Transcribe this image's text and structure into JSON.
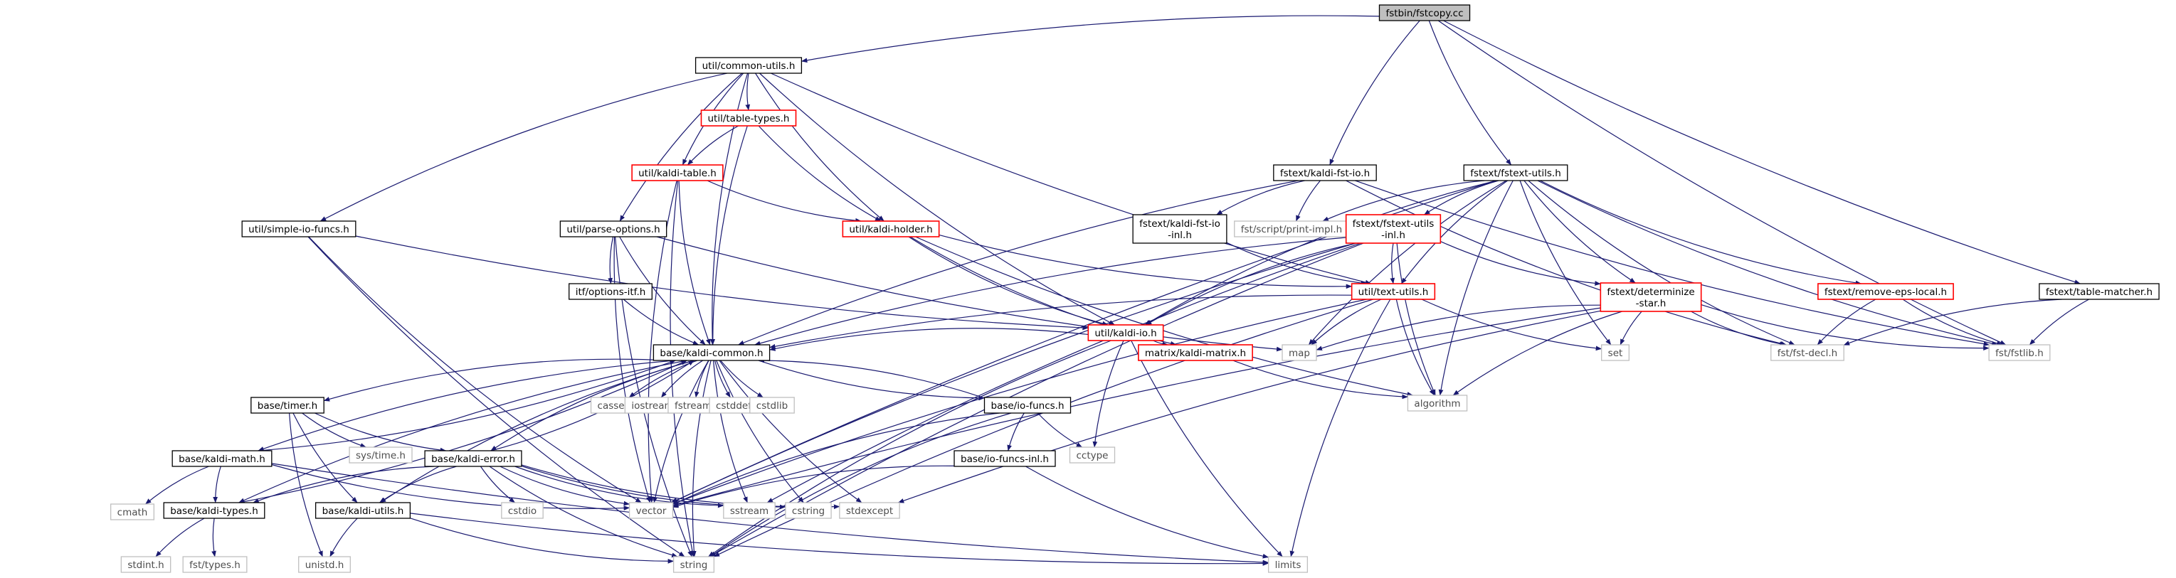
{
  "graph": {
    "colors": {
      "edge": "#191970",
      "edge_light": "#6b6b9a",
      "root_fill": "#bfbfbf",
      "project_border": "#000000",
      "incomplete_border": "#ff0000",
      "system_border": "#bfbfbf",
      "system_text": "#4d4d4d"
    },
    "nodes": [
      {
        "id": "root",
        "kind": "root",
        "lines": [
          "fstbin/fstcopy.cc"
        ]
      },
      {
        "id": "common_utils",
        "kind": "project",
        "lines": [
          "util/common-utils.h"
        ]
      },
      {
        "id": "table_types",
        "kind": "incomplete",
        "lines": [
          "util/table-types.h"
        ]
      },
      {
        "id": "kaldi_table",
        "kind": "incomplete",
        "lines": [
          "util/kaldi-table.h"
        ]
      },
      {
        "id": "simple_io",
        "kind": "project",
        "lines": [
          "util/simple-io-funcs.h"
        ]
      },
      {
        "id": "parse_options",
        "kind": "project",
        "lines": [
          "util/parse-options.h"
        ]
      },
      {
        "id": "kaldi_holder",
        "kind": "incomplete",
        "lines": [
          "util/kaldi-holder.h"
        ]
      },
      {
        "id": "options_itf",
        "kind": "project",
        "lines": [
          "itf/options-itf.h"
        ]
      },
      {
        "id": "kaldi_io",
        "kind": "incomplete",
        "lines": [
          "util/kaldi-io.h"
        ]
      },
      {
        "id": "kaldi_fst_io",
        "kind": "project",
        "lines": [
          "fstext/kaldi-fst-io.h"
        ]
      },
      {
        "id": "fstext_utils",
        "kind": "project",
        "lines": [
          "fstext/fstext-utils.h"
        ]
      },
      {
        "id": "kaldi_fst_io_inl",
        "kind": "project",
        "lines": [
          "fstext/kaldi-fst-io",
          "-inl.h"
        ]
      },
      {
        "id": "print_impl",
        "kind": "system",
        "lines": [
          "fst/script/print-impl.h"
        ]
      },
      {
        "id": "fstext_utils_inl",
        "kind": "incomplete",
        "lines": [
          "fstext/fstext-utils",
          "-inl.h"
        ]
      },
      {
        "id": "text_utils",
        "kind": "incomplete",
        "lines": [
          "util/text-utils.h"
        ]
      },
      {
        "id": "determinize_star",
        "kind": "incomplete",
        "lines": [
          "fstext/determinize",
          "-star.h"
        ]
      },
      {
        "id": "remove_eps",
        "kind": "incomplete",
        "lines": [
          "fstext/remove-eps-local.h"
        ]
      },
      {
        "id": "table_matcher",
        "kind": "project",
        "lines": [
          "fstext/table-matcher.h"
        ]
      },
      {
        "id": "kaldi_matrix",
        "kind": "incomplete",
        "lines": [
          "matrix/kaldi-matrix.h"
        ]
      },
      {
        "id": "kaldi_common",
        "kind": "project",
        "lines": [
          "base/kaldi-common.h"
        ]
      },
      {
        "id": "map",
        "kind": "system",
        "lines": [
          "map"
        ]
      },
      {
        "id": "set",
        "kind": "system",
        "lines": [
          "set"
        ]
      },
      {
        "id": "fst_decl",
        "kind": "system",
        "lines": [
          "fst/fst-decl.h"
        ]
      },
      {
        "id": "fstlib",
        "kind": "system",
        "lines": [
          "fst/fstlib.h"
        ]
      },
      {
        "id": "algorithm",
        "kind": "system",
        "lines": [
          "algorithm"
        ]
      },
      {
        "id": "cassert",
        "kind": "system",
        "lines": [
          "cassert"
        ]
      },
      {
        "id": "iostream",
        "kind": "system",
        "lines": [
          "iostream"
        ]
      },
      {
        "id": "fstream",
        "kind": "system",
        "lines": [
          "fstream"
        ]
      },
      {
        "id": "cstddef",
        "kind": "system",
        "lines": [
          "cstddef"
        ]
      },
      {
        "id": "cstdlib",
        "kind": "system",
        "lines": [
          "cstdlib"
        ]
      },
      {
        "id": "timer",
        "kind": "project",
        "lines": [
          "base/timer.h"
        ]
      },
      {
        "id": "io_funcs",
        "kind": "project",
        "lines": [
          "base/io-funcs.h"
        ]
      },
      {
        "id": "sys_time",
        "kind": "system",
        "lines": [
          "sys/time.h"
        ]
      },
      {
        "id": "kaldi_math",
        "kind": "project",
        "lines": [
          "base/kaldi-math.h"
        ]
      },
      {
        "id": "kaldi_error",
        "kind": "project",
        "lines": [
          "base/kaldi-error.h"
        ]
      },
      {
        "id": "io_funcs_inl",
        "kind": "project",
        "lines": [
          "base/io-funcs-inl.h"
        ]
      },
      {
        "id": "cctype",
        "kind": "system",
        "lines": [
          "cctype"
        ]
      },
      {
        "id": "cmath",
        "kind": "system",
        "lines": [
          "cmath"
        ]
      },
      {
        "id": "kaldi_types",
        "kind": "project",
        "lines": [
          "base/kaldi-types.h"
        ]
      },
      {
        "id": "kaldi_utils",
        "kind": "project",
        "lines": [
          "base/kaldi-utils.h"
        ]
      },
      {
        "id": "cstdio",
        "kind": "system",
        "lines": [
          "cstdio"
        ]
      },
      {
        "id": "vector",
        "kind": "system",
        "lines": [
          "vector"
        ]
      },
      {
        "id": "sstream",
        "kind": "system",
        "lines": [
          "sstream"
        ]
      },
      {
        "id": "cstring",
        "kind": "system",
        "lines": [
          "cstring"
        ]
      },
      {
        "id": "stdexcept",
        "kind": "system",
        "lines": [
          "stdexcept"
        ]
      },
      {
        "id": "stdint",
        "kind": "system",
        "lines": [
          "stdint.h"
        ]
      },
      {
        "id": "fst_types",
        "kind": "system",
        "lines": [
          "fst/types.h"
        ]
      },
      {
        "id": "unistd",
        "kind": "system",
        "lines": [
          "unistd.h"
        ]
      },
      {
        "id": "string",
        "kind": "system",
        "lines": [
          "string"
        ]
      },
      {
        "id": "limits",
        "kind": "system",
        "lines": [
          "limits"
        ]
      }
    ],
    "edges": [
      [
        "root",
        "common_utils"
      ],
      [
        "root",
        "kaldi_fst_io"
      ],
      [
        "root",
        "fstext_utils"
      ],
      [
        "root",
        "table_matcher"
      ],
      [
        "root",
        "fstlib"
      ],
      [
        "common_utils",
        "table_types"
      ],
      [
        "common_utils",
        "kaldi_table"
      ],
      [
        "common_utils",
        "simple_io"
      ],
      [
        "common_utils",
        "parse_options"
      ],
      [
        "common_utils",
        "kaldi_holder"
      ],
      [
        "common_utils",
        "kaldi_io"
      ],
      [
        "common_utils",
        "text_utils"
      ],
      [
        "common_utils",
        "kaldi_common"
      ],
      [
        "table_types",
        "kaldi_table"
      ],
      [
        "table_types",
        "kaldi_holder"
      ],
      [
        "table_types",
        "kaldi_common"
      ],
      [
        "kaldi_table",
        "kaldi_holder"
      ],
      [
        "kaldi_table",
        "kaldi_common"
      ],
      [
        "kaldi_table",
        "vector"
      ],
      [
        "kaldi_table",
        "string"
      ],
      [
        "simple_io",
        "kaldi_io"
      ],
      [
        "simple_io",
        "vector"
      ],
      [
        "simple_io",
        "string"
      ],
      [
        "parse_options",
        "options_itf"
      ],
      [
        "parse_options",
        "kaldi_common"
      ],
      [
        "parse_options",
        "map"
      ],
      [
        "parse_options",
        "vector"
      ],
      [
        "parse_options",
        "string"
      ],
      [
        "kaldi_holder",
        "kaldi_io"
      ],
      [
        "kaldi_holder",
        "text_utils"
      ],
      [
        "kaldi_holder",
        "kaldi_matrix"
      ],
      [
        "kaldi_holder",
        "algorithm"
      ],
      [
        "options_itf",
        "kaldi_common"
      ],
      [
        "kaldi_io",
        "kaldi_common"
      ],
      [
        "kaldi_io",
        "kaldi_matrix"
      ],
      [
        "kaldi_io",
        "cctype"
      ],
      [
        "kaldi_io",
        "limits"
      ],
      [
        "kaldi_io",
        "string"
      ],
      [
        "kaldi_fst_io",
        "kaldi_fst_io_inl"
      ],
      [
        "kaldi_fst_io",
        "print_impl"
      ],
      [
        "kaldi_fst_io",
        "kaldi_common"
      ],
      [
        "kaldi_fst_io",
        "fstlib"
      ],
      [
        "kaldi_fst_io",
        "fst_decl"
      ],
      [
        "kaldi_fst_io_inl",
        "text_utils"
      ],
      [
        "fstext_utils",
        "fstext_utils_inl"
      ],
      [
        "fstext_utils",
        "determinize_star"
      ],
      [
        "fstext_utils",
        "remove_eps"
      ],
      [
        "fstext_utils",
        "text_utils"
      ],
      [
        "fstext_utils",
        "kaldi_io"
      ],
      [
        "fstext_utils",
        "print_impl"
      ],
      [
        "fstext_utils",
        "map"
      ],
      [
        "fstext_utils",
        "set"
      ],
      [
        "fstext_utils",
        "fst_decl"
      ],
      [
        "fstext_utils",
        "fstlib"
      ],
      [
        "fstext_utils",
        "algorithm"
      ],
      [
        "fstext_utils",
        "vector"
      ],
      [
        "fstext_utils_inl",
        "text_utils"
      ],
      [
        "fstext_utils_inl",
        "kaldi_io"
      ],
      [
        "fstext_utils_inl",
        "kaldi_common"
      ],
      [
        "fstext_utils_inl",
        "determinize_star"
      ],
      [
        "fstext_utils_inl",
        "algorithm"
      ],
      [
        "fstext_utils_inl",
        "vector"
      ],
      [
        "fstext_utils_inl",
        "sstream"
      ],
      [
        "fstext_utils_inl",
        "string"
      ],
      [
        "text_utils",
        "kaldi_common"
      ],
      [
        "text_utils",
        "map"
      ],
      [
        "text_utils",
        "set"
      ],
      [
        "text_utils",
        "algorithm"
      ],
      [
        "text_utils",
        "limits"
      ],
      [
        "text_utils",
        "vector"
      ],
      [
        "text_utils",
        "string"
      ],
      [
        "determinize_star",
        "map"
      ],
      [
        "determinize_star",
        "set"
      ],
      [
        "determinize_star",
        "algorithm"
      ],
      [
        "determinize_star",
        "fst_decl"
      ],
      [
        "determinize_star",
        "fstlib"
      ],
      [
        "determinize_star",
        "vector"
      ],
      [
        "determinize_star",
        "stdexcept"
      ],
      [
        "remove_eps",
        "fst_decl"
      ],
      [
        "remove_eps",
        "fstlib"
      ],
      [
        "table_matcher",
        "fst_decl"
      ],
      [
        "table_matcher",
        "fstlib"
      ],
      [
        "kaldi_matrix",
        "algorithm"
      ],
      [
        "kaldi_common",
        "cassert"
      ],
      [
        "kaldi_common",
        "iostream"
      ],
      [
        "kaldi_common",
        "fstream"
      ],
      [
        "kaldi_common",
        "cstddef"
      ],
      [
        "kaldi_common",
        "cstdlib"
      ],
      [
        "kaldi_common",
        "timer"
      ],
      [
        "kaldi_common",
        "io_funcs"
      ],
      [
        "kaldi_common",
        "kaldi_math"
      ],
      [
        "kaldi_common",
        "kaldi_error"
      ],
      [
        "kaldi_common",
        "kaldi_types"
      ],
      [
        "kaldi_common",
        "kaldi_utils"
      ],
      [
        "kaldi_common",
        "vector"
      ],
      [
        "kaldi_common",
        "sstream"
      ],
      [
        "kaldi_common",
        "cstring"
      ],
      [
        "kaldi_common",
        "stdexcept"
      ],
      [
        "kaldi_common",
        "string"
      ],
      [
        "timer",
        "sys_time"
      ],
      [
        "timer",
        "kaldi_error"
      ],
      [
        "timer",
        "kaldi_utils"
      ],
      [
        "timer",
        "unistd"
      ],
      [
        "io_funcs",
        "io_funcs_inl"
      ],
      [
        "io_funcs",
        "cctype"
      ],
      [
        "io_funcs",
        "kaldi_common"
      ],
      [
        "io_funcs",
        "vector"
      ],
      [
        "io_funcs",
        "string"
      ],
      [
        "io_funcs_inl",
        "vector"
      ],
      [
        "io_funcs_inl",
        "limits"
      ],
      [
        "kaldi_math",
        "kaldi_types"
      ],
      [
        "kaldi_math",
        "kaldi_common"
      ],
      [
        "kaldi_math",
        "cmath"
      ],
      [
        "kaldi_math",
        "limits"
      ],
      [
        "kaldi_math",
        "vector"
      ],
      [
        "kaldi_error",
        "kaldi_types"
      ],
      [
        "kaldi_error",
        "kaldi_utils"
      ],
      [
        "kaldi_error",
        "kaldi_common"
      ],
      [
        "kaldi_error",
        "cstdio"
      ],
      [
        "kaldi_error",
        "vector"
      ],
      [
        "kaldi_error",
        "sstream"
      ],
      [
        "kaldi_error",
        "cstring"
      ],
      [
        "kaldi_error",
        "stdexcept"
      ],
      [
        "kaldi_error",
        "string"
      ],
      [
        "kaldi_types",
        "stdint"
      ],
      [
        "kaldi_types",
        "fst_types"
      ],
      [
        "kaldi_types",
        "kaldi_common"
      ],
      [
        "kaldi_utils",
        "unistd"
      ],
      [
        "kaldi_utils",
        "string"
      ],
      [
        "kaldi_utils",
        "limits"
      ]
    ]
  }
}
